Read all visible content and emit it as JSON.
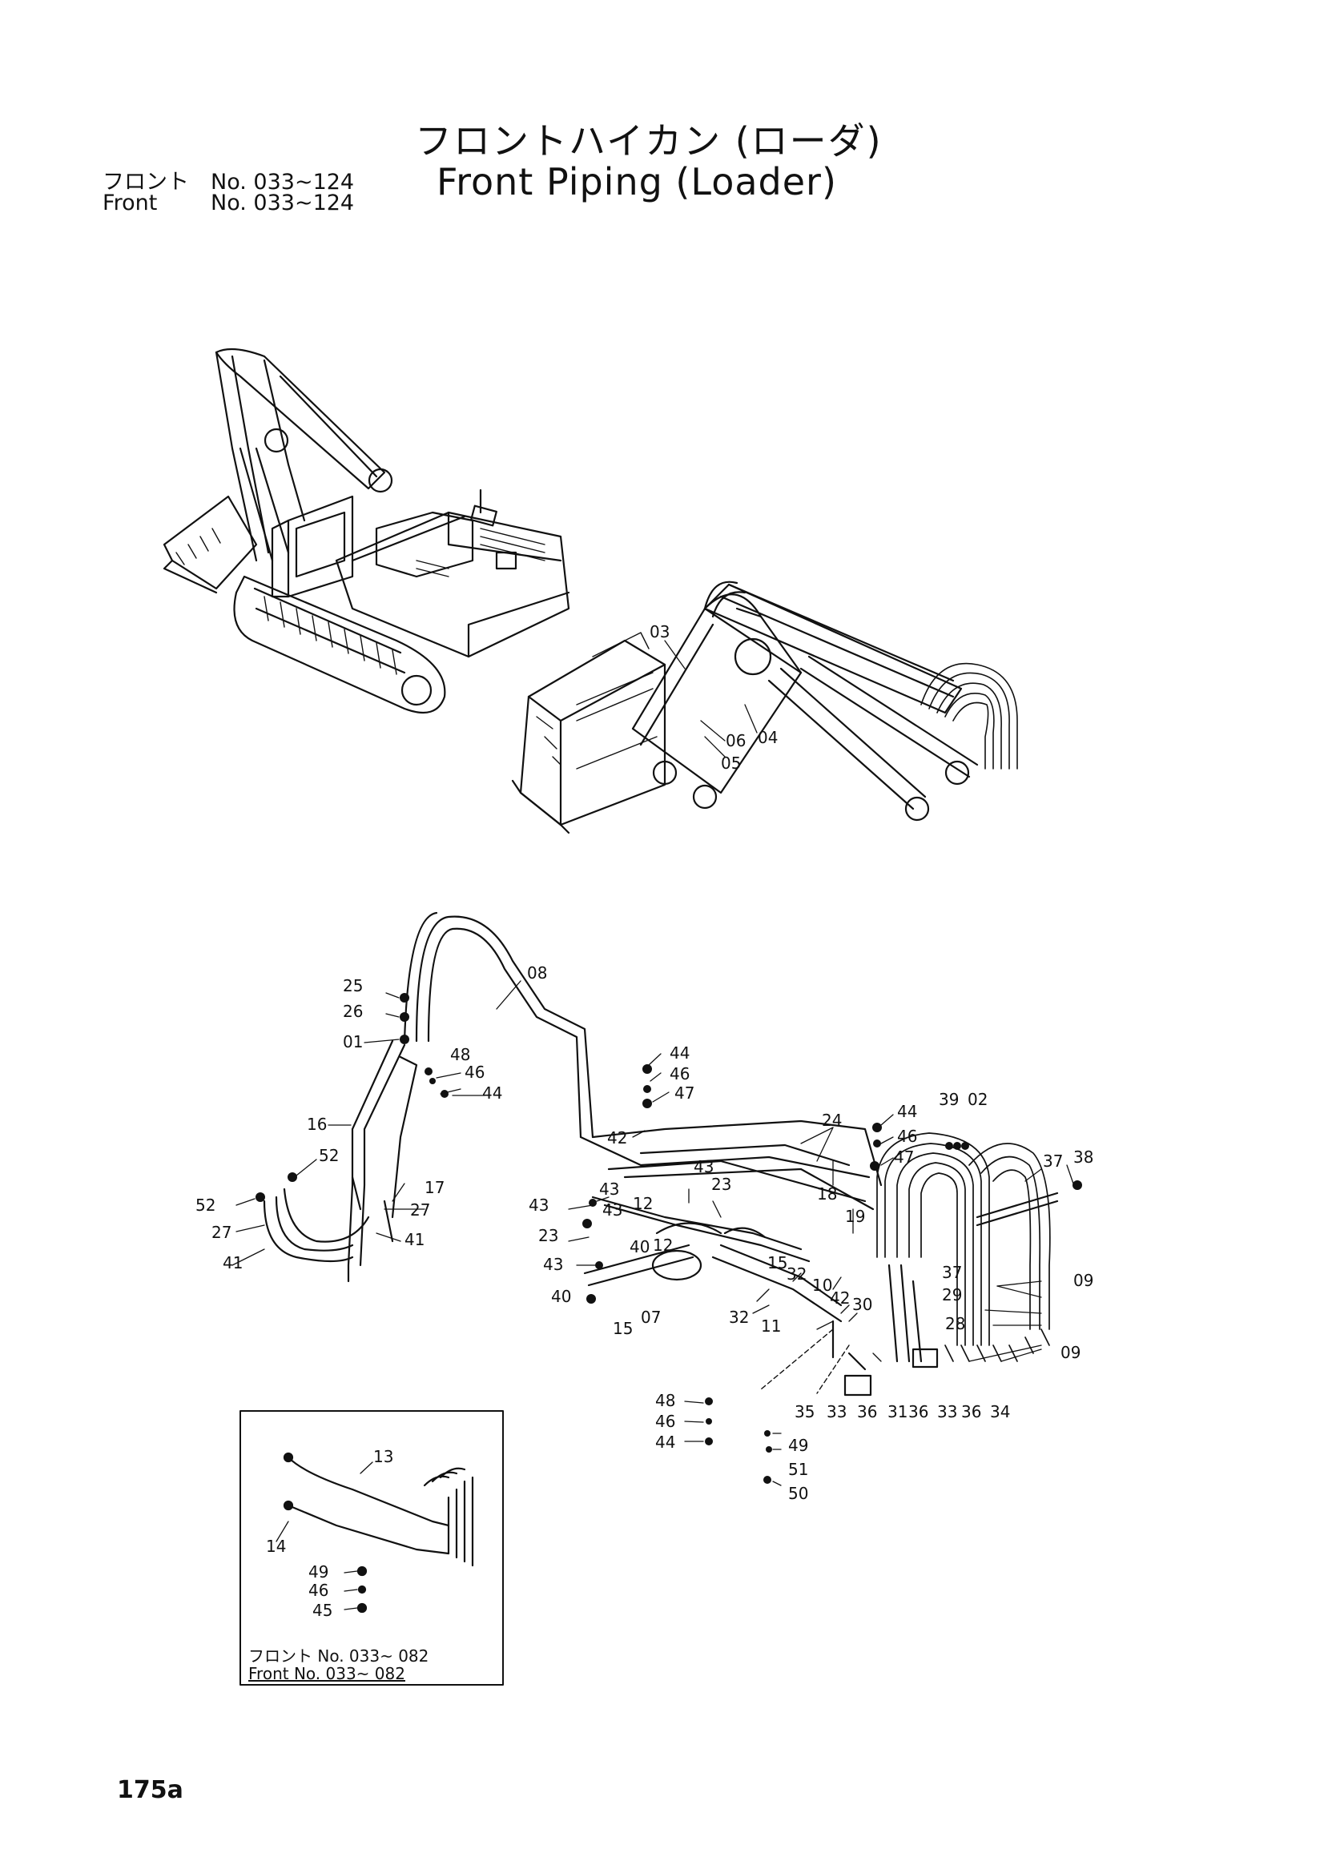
{
  "title": {
    "japanese": "フロントハイカン (ローダ)",
    "english": "Front Piping (Loader)"
  },
  "front_number": [
    {
      "label": "フロント",
      "value": "No. 033~124"
    },
    {
      "label": "Front",
      "value": "No. 033~124"
    }
  ],
  "diagram": {
    "machine_labels": [
      "03",
      "04",
      "05",
      "06"
    ],
    "part_labels": [
      "01",
      "02",
      "07",
      "08",
      "09",
      "10",
      "11",
      "12",
      "13",
      "14",
      "15",
      "16",
      "17",
      "18",
      "19",
      "23",
      "24",
      "25",
      "26",
      "27",
      "28",
      "29",
      "30",
      "31",
      "32",
      "33",
      "34",
      "35",
      "36",
      "37",
      "38",
      "39",
      "40",
      "41",
      "42",
      "43",
      "44",
      "45",
      "46",
      "47",
      "48",
      "49",
      "50",
      "51",
      "52"
    ],
    "callouts": {
      "c25": "25",
      "c26": "26",
      "c01": "01",
      "c08": "08",
      "c48a": "48",
      "c46a": "46",
      "c44a": "44",
      "c16": "16",
      "c52a": "52",
      "c17": "17",
      "c52b": "52",
      "c27a": "27",
      "c27b": "27",
      "c41a": "41",
      "c41b": "41",
      "c44b": "44",
      "c46b": "46",
      "c47a": "47",
      "c42a": "42",
      "c24": "24",
      "c44c": "44",
      "c46c": "46",
      "c47b": "47",
      "c39": "39",
      "c02": "02",
      "c37a": "37",
      "c38": "38",
      "c43a": "43",
      "c43b": "43",
      "c43c": "43",
      "c43d": "43",
      "c23a": "23",
      "c23b": "23",
      "c12a": "12",
      "c12b": "12",
      "c18": "18",
      "c19": "19",
      "c40a": "40",
      "c40b": "40",
      "c07": "07",
      "c15a": "15",
      "c15b": "15",
      "c32a": "32",
      "c32b": "32",
      "c10": "10",
      "c42b": "42",
      "c30": "30",
      "c37b": "37",
      "c29": "29",
      "c28": "28",
      "c09a": "09",
      "c09b": "09",
      "c11": "11",
      "c35": "35",
      "c33a": "33",
      "c36a": "36",
      "c31": "31",
      "c36b": "36",
      "c33b": "33",
      "c36c": "36",
      "c34": "34",
      "c48b": "48",
      "c46d": "46",
      "c44d": "44",
      "c49a": "49",
      "c51": "51",
      "c50": "50",
      "m03": "03",
      "m04": "04",
      "m05": "05",
      "m06": "06"
    }
  },
  "inset": {
    "callouts": {
      "i13": "13",
      "i14": "14",
      "i49": "49",
      "i46": "46",
      "i45": "45"
    },
    "note_jp": "フロント No. 033~ 082",
    "note_en": "Front No. 033~ 082"
  },
  "page_number": "175a"
}
